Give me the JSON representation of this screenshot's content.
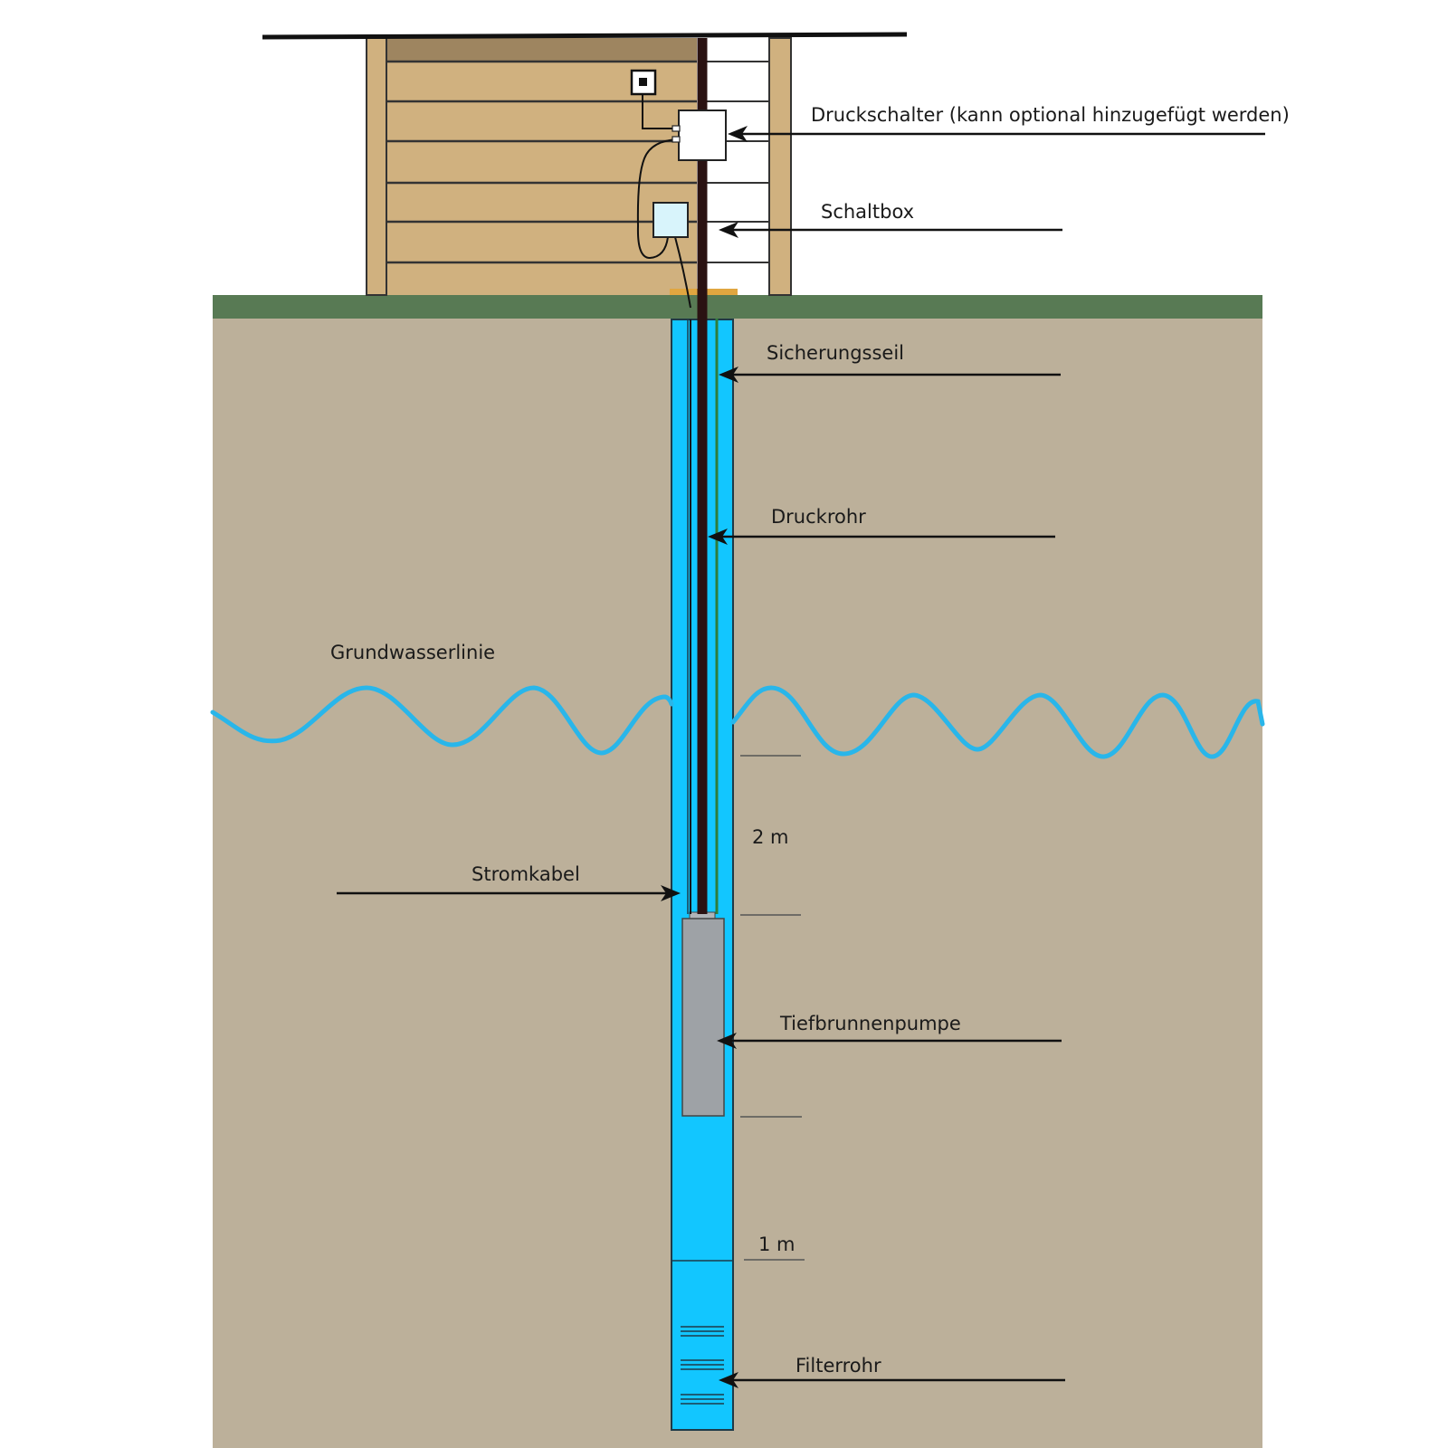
{
  "labels": {
    "pressure_switch": "Druckschalter (kann optional hinzugefügt werden)",
    "switch_box": "Schaltbox",
    "safety_rope": "Sicherungsseil",
    "pressure_pipe": "Druckrohr",
    "groundwater_line": "Grundwasserlinie",
    "power_cable": "Stromkabel",
    "deep_well_pump": "Tiefbrunnenpumpe",
    "filter_pipe": "Filterrohr",
    "depth_2m": "2 m",
    "depth_1m": "1 m"
  },
  "colors": {
    "soil": "#bcb09a",
    "grass": "#587a54",
    "water": "#12c6ff",
    "groundwater_wave": "#29b6ea",
    "wood": "#d0b17f",
    "wood_dark": "#9e8560",
    "pipe": "#2a1212",
    "pump": "#9ea2a6",
    "switch_box": "#d8f4fb",
    "cable_green": "#2f7d3a"
  }
}
